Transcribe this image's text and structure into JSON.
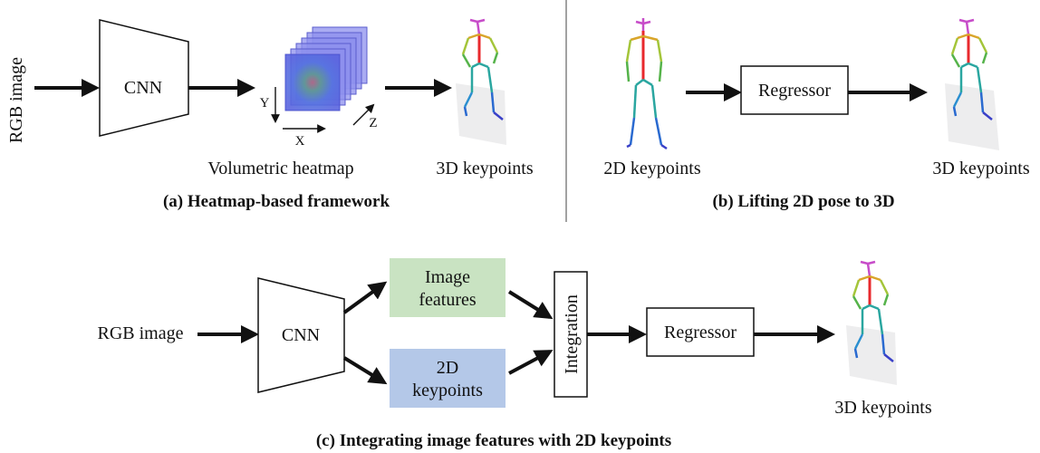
{
  "panel_a": {
    "input_label": "RGB image",
    "cnn_label": "CNN",
    "axis_y": "Y",
    "axis_x": "X",
    "axis_z": "Z",
    "heatmap_label": "Volumetric heatmap",
    "output_label": "3D keypoints",
    "caption": "(a) Heatmap-based framework"
  },
  "panel_b": {
    "input_label": "2D keypoints",
    "regressor_label": "Regressor",
    "output_label": "3D keypoints",
    "caption": "(b) Lifting 2D pose to 3D"
  },
  "panel_c": {
    "input_label": "RGB image",
    "cnn_label": "CNN",
    "image_features_line1": "Image",
    "image_features_line2": "features",
    "keypoints_line1": "2D",
    "keypoints_line2": "keypoints",
    "integration_label": "Integration",
    "regressor_label": "Regressor",
    "output_label": "3D keypoints",
    "caption": "(c) Integrating image features with 2D keypoints"
  },
  "colors": {
    "image_features_fill": "#c9e3c2",
    "keypoints_fill": "#b4c8e8",
    "heatmap_fill": "#8e90ee",
    "spine": "#e8292d",
    "head": "#c74cc9"
  }
}
